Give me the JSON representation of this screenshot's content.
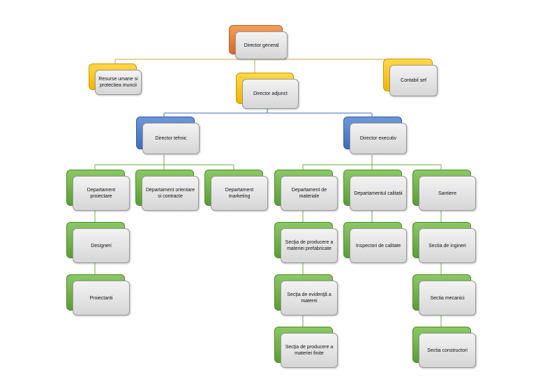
{
  "nodes": {
    "director_general": "Director general",
    "resurse_umane": "Resurse umane si protectiea muncii",
    "director_adjunct": "Director adjunct",
    "contabil_sef": "Contabil sef",
    "director_tehnic": "Director tehnic",
    "director_executiv": "Director executiv",
    "dep_proiectare": "Departament proiectare",
    "dep_orientare": "Departament orientare si contracte",
    "dep_marketing": "Departament marketing",
    "dep_materiale": "Departament de materiale",
    "dep_calitatii": "Departamentul calitatii",
    "santiere": "Santiere",
    "designeri": "Designeri",
    "proiectanti": "Proiectanti",
    "sectia_prefabricate": "Secţia de producere a materiei prefabricate",
    "sectia_evidenta": "Secţia de evidenţă a materei",
    "sectia_finite": "Secţia de producere a materiei finite",
    "inspectori_calitate": "Inspectori de calitate",
    "sectia_ingineri": "Sectia de ingineri",
    "sectia_mecanici": "Sectia mecanici",
    "sectia_constructori": "Sectia constructori"
  },
  "colors": {
    "orange": "#e07a35",
    "yellow": "#f7c21a",
    "blue": "#4a78c8",
    "green": "#6aad45",
    "connector_top": "#c9a34a",
    "connector_mid": "#3e6cc0",
    "connector_low": "#6aad45"
  }
}
